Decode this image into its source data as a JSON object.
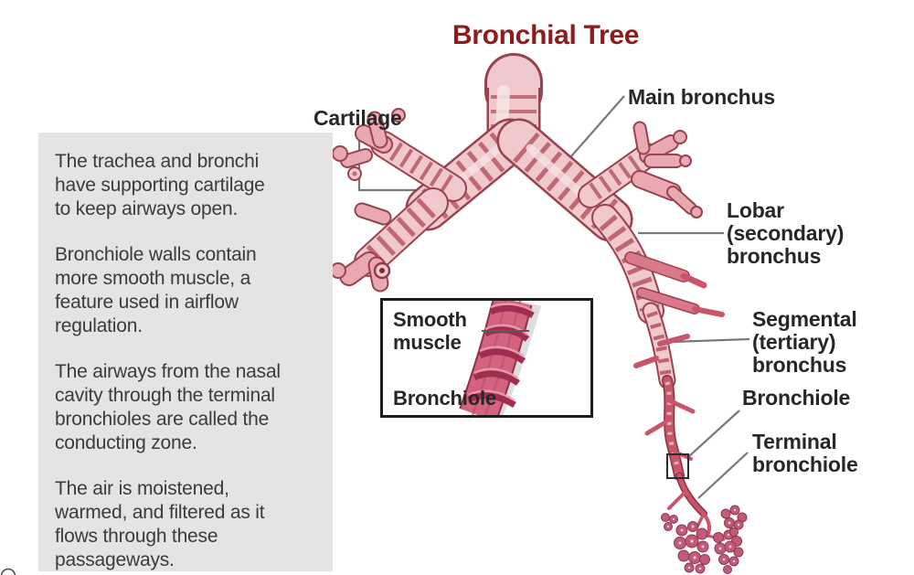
{
  "title": "Bronchial Tree",
  "info_box": {
    "paragraphs": [
      "The trachea and bronchi\nhave supporting cartilage\nto keep airways open.",
      "Bronchiole walls contain\nmore smooth muscle, a\nfeature used in airflow\nregulation.",
      "The airways from the nasal\ncavity through the terminal\nbronchioles are called the\nconducting zone.",
      "The air is moistened,\nwarmed, and filtered as it\nflows through these\npassageways."
    ]
  },
  "labels": {
    "cartilage": "Cartilage",
    "main_bronchus": "Main bronchus",
    "lobar_bronchus": "Lobar\n(secondary)\nbronchus",
    "segmental_bronchus": "Segmental\n(tertiary)\nbronchus",
    "bronchiole": "Bronchiole",
    "terminal_bronchiole": "Terminal\nbronchiole",
    "inset_smooth_muscle": "Smooth\nmuscle",
    "inset_bronchiole": "Bronchiole"
  },
  "palette": {
    "title_color": "#8b1d1d",
    "info_box_bg": "#e5e4e2",
    "body_text": "#3b3b3b",
    "label_text": "#272727",
    "leader_line": "#787878",
    "tube_pale": "#efc9cb",
    "tube_ring": "#b5505e",
    "tube_outline": "#9a4150",
    "bronchiole_red": "#c9556a",
    "alveoli": "#c05c78"
  }
}
